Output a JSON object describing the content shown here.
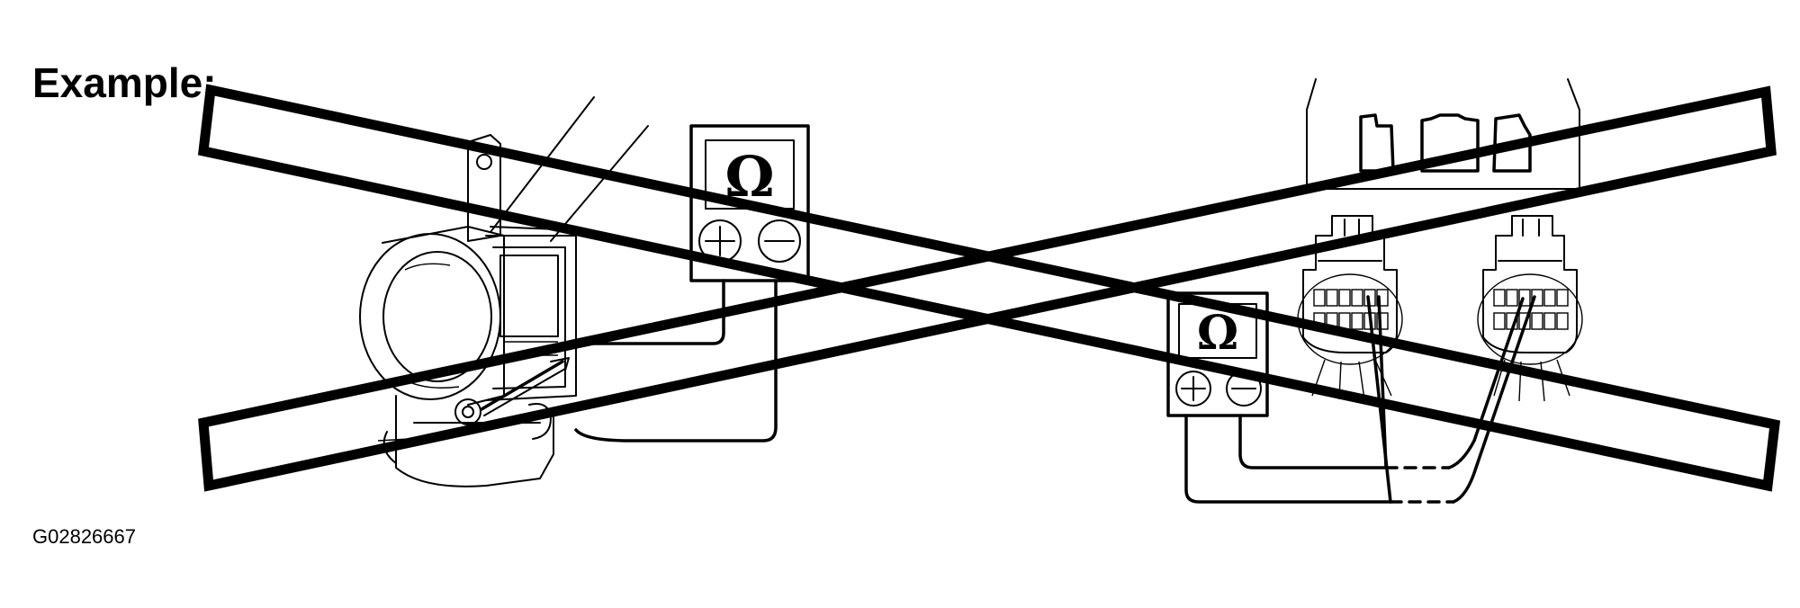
{
  "diagram": {
    "label": "Example:",
    "figure_code": "G02826667",
    "meter_symbol": "Ω"
  }
}
